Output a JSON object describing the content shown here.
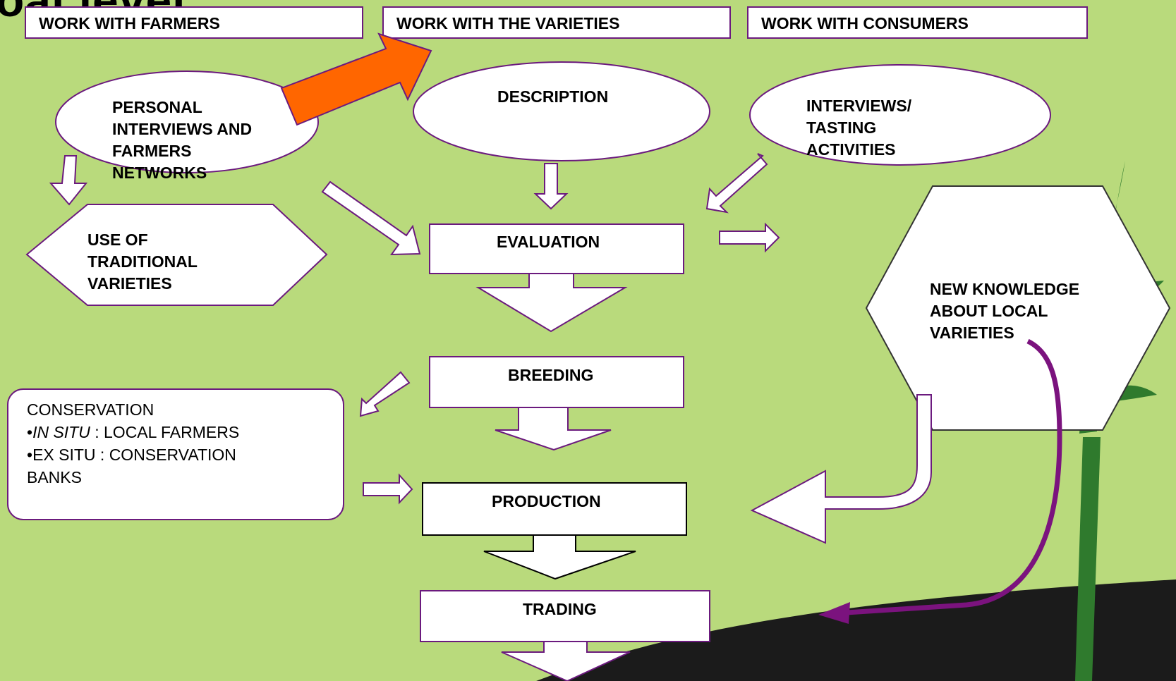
{
  "title_fragment": "oal level",
  "headers": {
    "farmers": "WORK WITH FARMERS",
    "varieties": "WORK WITH THE VARIETIES",
    "consumers": "WORK WITH CONSUMERS"
  },
  "ovals": {
    "personal": [
      "PERSONAL",
      "INTERVIEWS AND",
      "FARMERS",
      "NETWORKS"
    ],
    "description": "DESCRIPTION",
    "interviews": [
      "INTERVIEWS/",
      "TASTING",
      "ACTIVITIES"
    ]
  },
  "traditional": [
    "USE OF",
    "TRADITIONAL",
    "VARIETIES"
  ],
  "steps": {
    "evaluation": "EVALUATION",
    "breeding": "BREEDING",
    "production": "PRODUCTION",
    "trading": "TRADING"
  },
  "knowledge": [
    "NEW KNOWLEDGE",
    "ABOUT LOCAL",
    "VARIETIES"
  ],
  "conservation": {
    "title": "CONSERVATION",
    "bullet": "•",
    "in_situ_term": "IN SITU",
    "in_situ_rest": " : LOCAL FARMERS",
    "ex_situ": "EX SITU : CONSERVATION",
    "ex_situ_cont": "BANKS"
  },
  "colors": {
    "background": "#b9da7c",
    "outline": "#6b1a7e",
    "highlight_arrow": "#ff6600",
    "curved_arrow": "#7b137e",
    "soil": "#1b1b1b",
    "plant": "#2f7a2d"
  }
}
